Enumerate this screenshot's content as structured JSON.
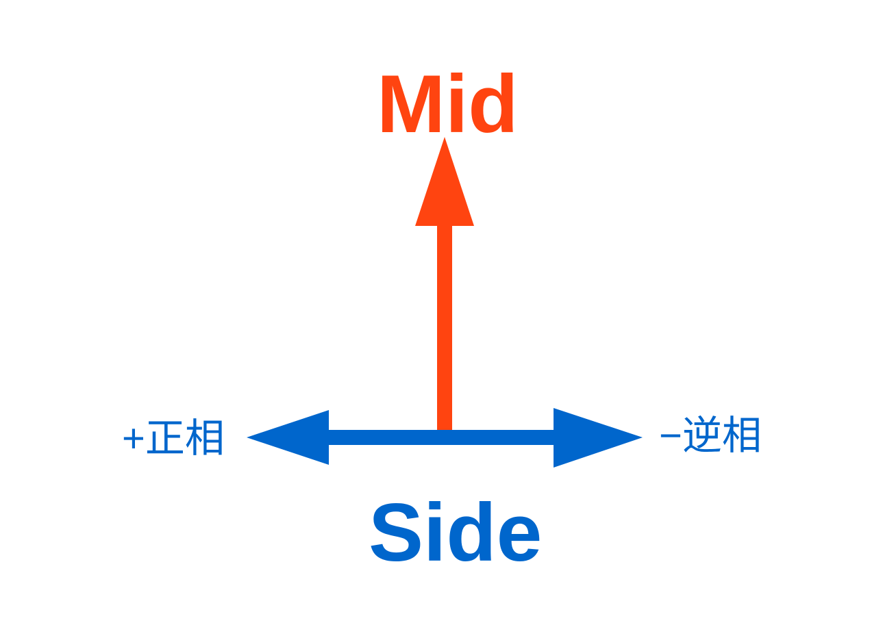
{
  "diagram": {
    "mid_label": "Mid",
    "side_label": "Side",
    "left_label": "+正相",
    "right_label": "−逆相",
    "colors": {
      "mid": "#ff4410",
      "side": "#0066cc",
      "background": "#ffffff"
    },
    "icons": {
      "mid_axis": "arrow-up-icon",
      "side_axis": "double-arrow-horizontal-icon"
    }
  }
}
